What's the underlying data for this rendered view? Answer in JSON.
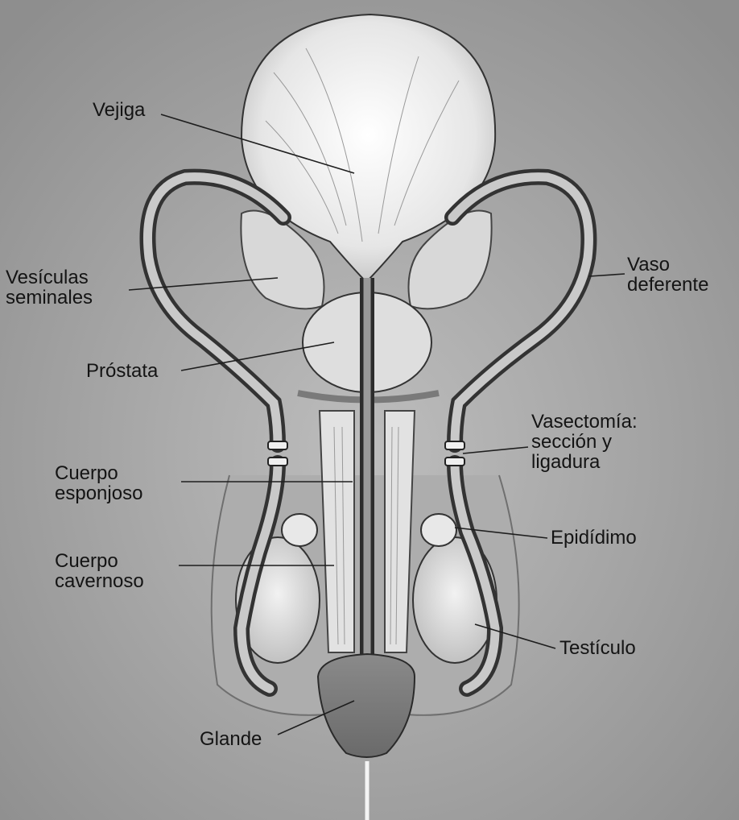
{
  "labels": {
    "vejiga": "Vejiga",
    "vesiculas": [
      "Vesículas",
      "seminales"
    ],
    "prostata": "Próstata",
    "cuerpo_esponjoso": [
      "Cuerpo",
      "esponjoso"
    ],
    "cuerpo_cavernoso": [
      "Cuerpo",
      "cavernoso"
    ],
    "glande": "Glande",
    "vaso_deferente": [
      "Vaso",
      "deferente"
    ],
    "vasectomia": [
      "Vasectomía:",
      "sección y",
      "ligadura"
    ],
    "epididimo": "Epidídimo",
    "testiculo": "Testículo"
  },
  "colors": {
    "background": "#9c9c9c",
    "bladder": "#ececec",
    "tissue": "#d6d6d6",
    "line": "#1e1e1e",
    "label": "#141414"
  }
}
